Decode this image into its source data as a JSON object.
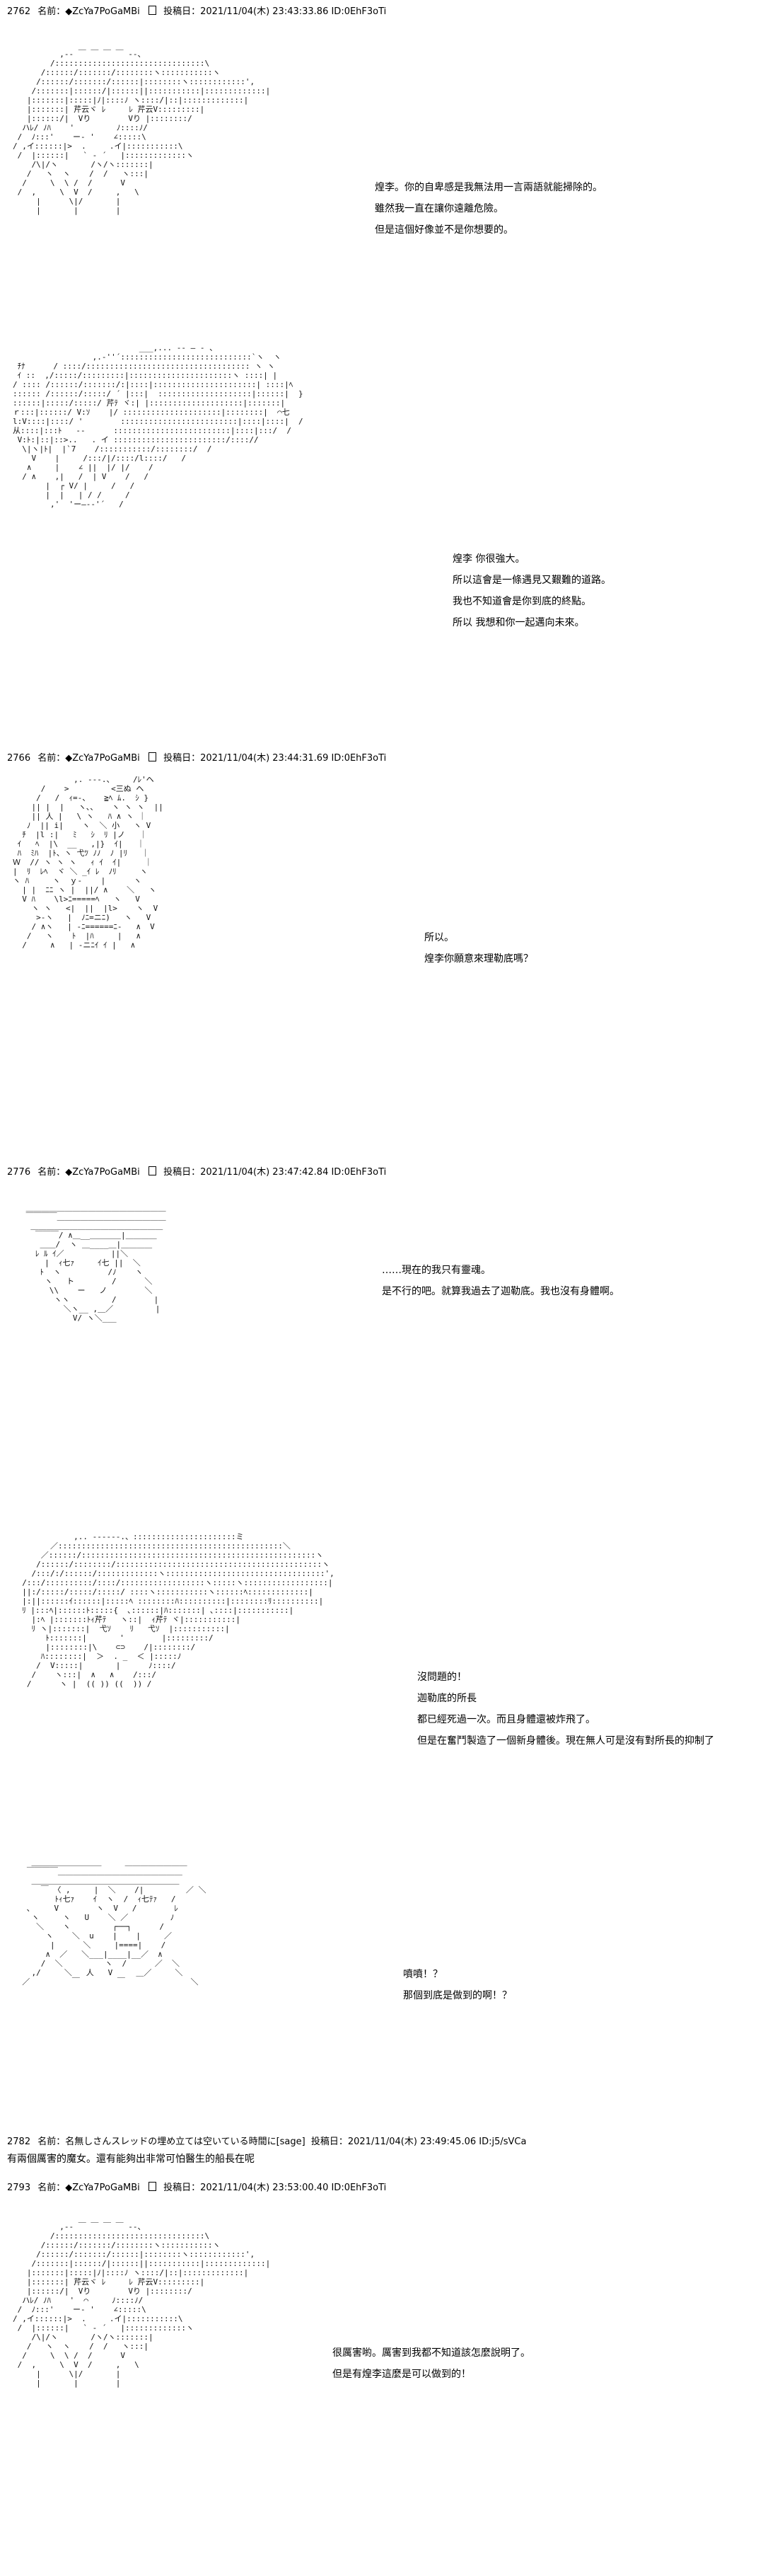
{
  "posts": [
    {
      "header": {
        "no": "2762",
        "name": "名前：◆ZcYa7PoGaMBi",
        "date": "投稿日：2021/11/04(木) 23:43:33.86 ID:0EhF3oTi"
      },
      "panels": [
        {
          "lines": [
            "煌李。你的自卑感是我無法用一言兩語就能掃除的。",
            "雖然我一直在讓你遠離危險。",
            "但是這個好像並不是你想要的。"
          ]
        },
        {
          "lines": [
            "煌李 你很強大。",
            "所以這會是一條遇見又艱難的道路。",
            "我也不知道會是你到底的終點。",
            "所以 我想和你一起邁向未來。"
          ]
        }
      ]
    },
    {
      "header": {
        "no": "2766",
        "name": "名前：◆ZcYa7PoGaMBi",
        "date": "投稿日：2021/11/04(木) 23:44:31.69 ID:0EhF3oTi"
      },
      "panels": [
        {
          "lines": [
            "所以。",
            "煌李你願意來理勒底嗎？"
          ]
        }
      ]
    },
    {
      "header": {
        "no": "2776",
        "name": "名前：◆ZcYa7PoGaMBi",
        "date": "投稿日：2021/11/04(木) 23:47:42.84 ID:0EhF3oTi"
      },
      "panels": [
        {
          "lines": [
            "……現在的我只有靈魂。",
            "是不行的吧。就算我過去了迦勒底。我也沒有身體啊。"
          ]
        },
        {
          "lines": [
            "沒問題的！",
            "迦勒底的所長",
            "都已經死過一次。而且身體還被炸飛了。",
            "但是在奮鬥製造了一個新身體後。現在無人可是沒有對所長的抑制了"
          ]
        },
        {
          "lines": [
            "噴噴！？",
            "那個到底是做到的啊！？"
          ]
        }
      ]
    },
    {
      "header": {
        "no": "2782",
        "name": "名前：名無しさんスレッドの埋め立ては空いている時間に[sage]",
        "date": "投稿日：2021/11/04(木) 23:49:45.06 ID:j5/sVCa"
      },
      "comment": "有兩個厲害的魔女。還有能夠出非常可怕醫生的船長在呢"
    },
    {
      "header": {
        "no": "2793",
        "name": "名前：◆ZcYa7PoGaMBi",
        "date": "投稿日：2021/11/04(木) 23:53:00.40 ID:0EhF3oTi"
      },
      "panels": [
        {
          "lines": [
            "很厲害喲。厲害到我都不知道該怎麼說明了。",
            "但是有煌李這麼是可以做到的！"
          ]
        }
      ]
    }
  ]
}
